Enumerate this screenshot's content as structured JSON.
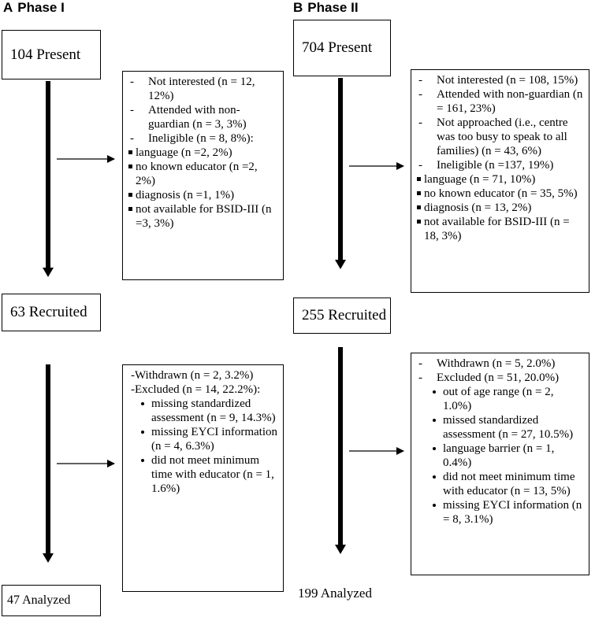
{
  "phase1": {
    "letter": "A",
    "title": "Phase I",
    "stages": [
      "104 Present",
      "63 Recruited",
      "47 Analyzed"
    ],
    "exclusions1": [
      {
        "text": "Not interested (n = 12, 12%)",
        "bullet": "dash",
        "children": []
      },
      {
        "text": "Attended with non-guardian (n = 3, 3%)",
        "bullet": "dash",
        "children": []
      },
      {
        "text": "Ineligible (n = 8, 8%):",
        "bullet": "dash",
        "children": [
          "language (n =2, 2%)",
          "no known educator (n =2, 2%)",
          "diagnosis (n =1, 1%)",
          "not available for BSID-III (n =3, 3%)"
        ]
      }
    ],
    "exclusions2": [
      {
        "text": "-Withdrawn (n = 2, 3.2%)",
        "bullet": "plain",
        "children": []
      },
      {
        "text": "-Excluded (n = 14, 22.2%):",
        "bullet": "plain",
        "children": [
          "missing standardized assessment (n = 9, 14.3%)",
          "missing EYCI information (n = 4, 6.3%)",
          "did not meet minimum time with educator (n = 1, 1.6%)"
        ]
      }
    ]
  },
  "phase2": {
    "letter": "B",
    "title": "Phase II",
    "stages": [
      "704 Present",
      "255 Recruited",
      "199 Analyzed"
    ],
    "exclusions1": [
      {
        "text": "Not interested (n = 108, 15%)",
        "bullet": "dash",
        "children": []
      },
      {
        "text": "Attended with non-guardian (n = 161, 23%)",
        "bullet": "dash",
        "children": []
      },
      {
        "text": "Not approached (i.e., centre was too busy to speak to all families) (n = 43, 6%)",
        "bullet": "dash",
        "children": []
      },
      {
        "text": "Ineligible (n =137, 19%)",
        "bullet": "dash",
        "children": [
          "language (n = 71, 10%)",
          "no known educator (n = 35, 5%)",
          "diagnosis (n = 13, 2%)",
          "not available for BSID-III (n = 18, 3%)"
        ]
      }
    ],
    "exclusions2": [
      {
        "text": "Withdrawn (n = 5, 2.0%)",
        "bullet": "dash",
        "children": []
      },
      {
        "text": "Excluded (n = 51, 20.0%)",
        "bullet": "dash",
        "children": [
          "out of age range (n = 2, 1.0%)",
          "missed standardized assessment (n = 27, 10.5%)",
          "language barrier (n = 1, 0.4%)",
          "did not meet minimum time with educator (n = 13, 5%)",
          "missing EYCI information (n = 8, 3.1%)"
        ]
      }
    ]
  }
}
